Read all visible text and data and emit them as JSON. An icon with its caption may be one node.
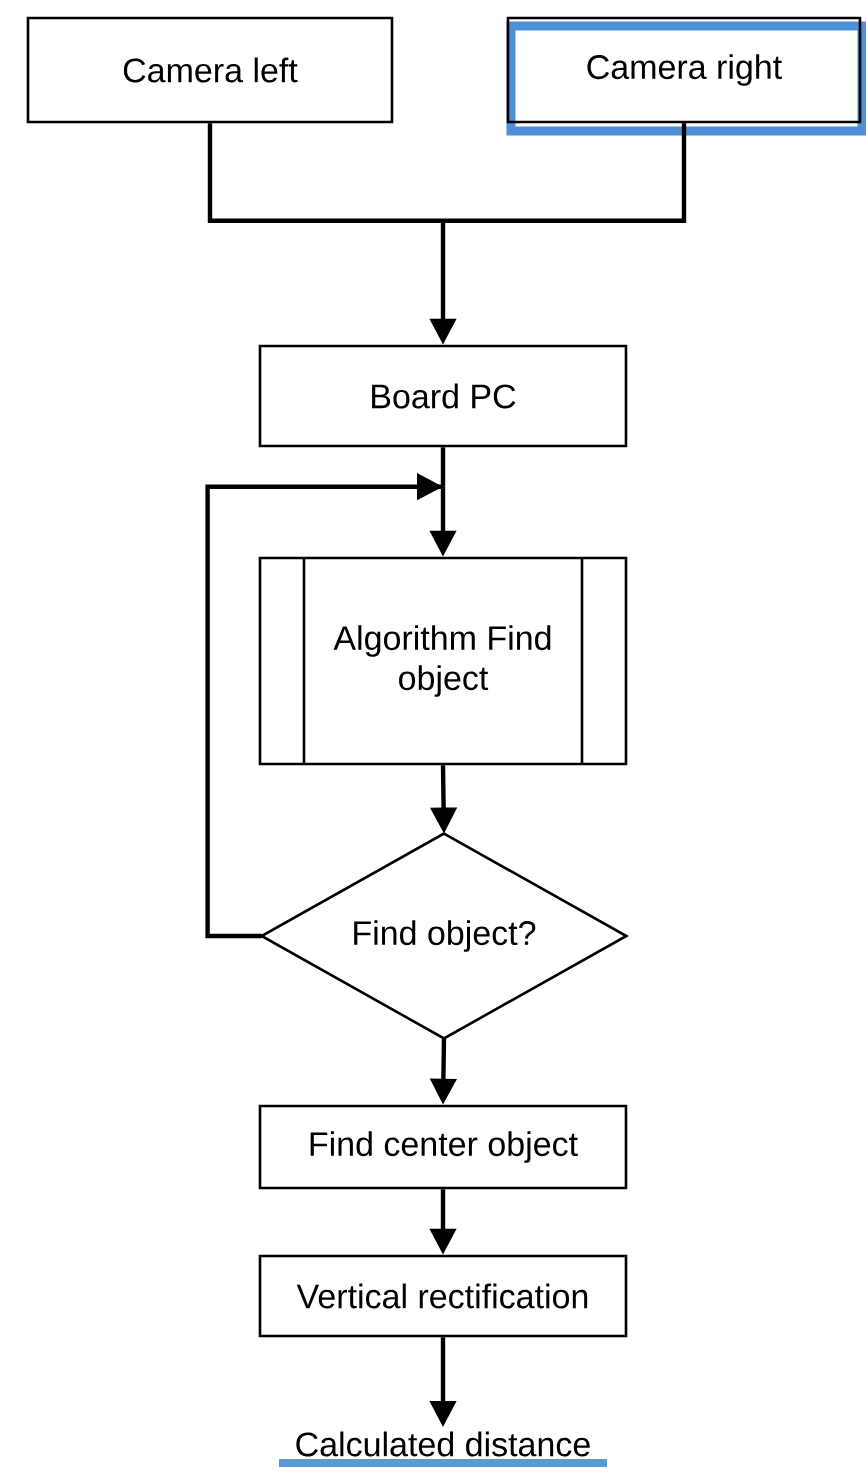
{
  "diagram": {
    "nodes": [
      {
        "text": [
          "Camera left"
        ]
      },
      {
        "text": [
          "Camera right"
        ]
      },
      {
        "text": [
          "Board PC"
        ]
      },
      {
        "text": [
          "Algorithm Find object"
        ]
      },
      {
        "text": [
          "Find object?"
        ]
      },
      {
        "text": [
          "Find center object"
        ]
      },
      {
        "text": [
          "Vertical rectification"
        ]
      },
      {
        "text": [
          "Calculated distance"
        ]
      }
    ],
    "edges": [
      {
        "from": 0,
        "to": 2,
        "arrow": "to"
      },
      {
        "from": 1,
        "to": 2,
        "arrow": "to"
      },
      {
        "from": 2,
        "to": 3,
        "arrow": "to"
      },
      {
        "from": 3,
        "to": 4,
        "arrow": "to"
      },
      {
        "from": 4,
        "to": 3,
        "arrow": "to"
      },
      {
        "from": 4,
        "to": 5,
        "arrow": "to"
      },
      {
        "from": 5,
        "to": 6,
        "arrow": "to"
      },
      {
        "from": 6,
        "to": 7,
        "arrow": "to"
      }
    ]
  }
}
